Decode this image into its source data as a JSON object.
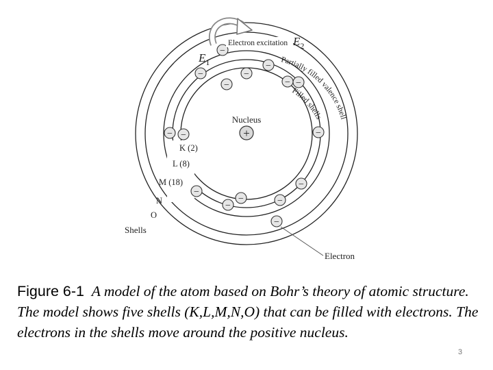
{
  "diagram": {
    "labels": {
      "electron_excitation": "Electron excitation",
      "e1_letter": "E",
      "e1_sub": "1",
      "e2_letter": "E",
      "e2_sub": "2",
      "partially_filled": "Partially filled valence shell",
      "filled_shells": "Filled shells",
      "nucleus": "Nucleus",
      "nucleus_symbol": "+",
      "shells": "Shells",
      "electron": "Electron",
      "electron_symbol": "−"
    },
    "shells": [
      {
        "name": "K",
        "label": "K (2)"
      },
      {
        "name": "L",
        "label": "L (8)"
      },
      {
        "name": "M",
        "label": "M (18)"
      },
      {
        "name": "N",
        "label": "N"
      },
      {
        "name": "O",
        "label": "O"
      }
    ]
  },
  "caption": {
    "label": "Figure 6-1",
    "text": "A model of the atom based on Bohr’s theory of atomic structure. The model shows five shells (K,L,M,N,O) that can be filled with electrons. The electrons in the shells move around the positive nucleus."
  },
  "page_number": "3"
}
